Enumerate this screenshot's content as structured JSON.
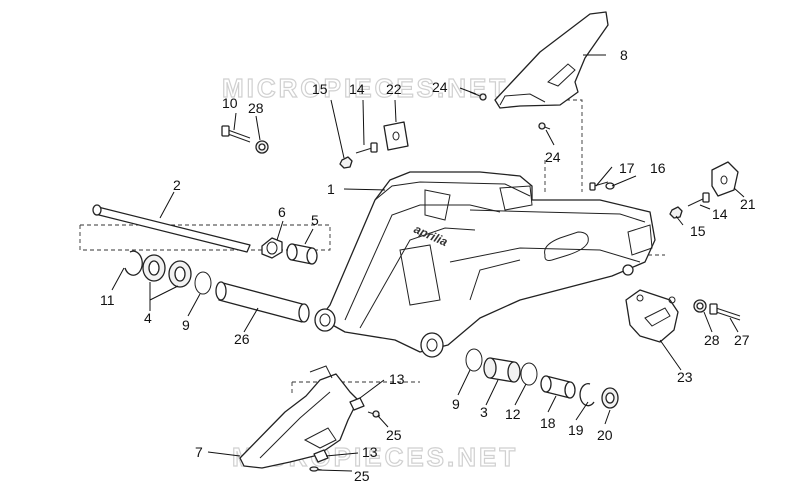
{
  "watermark": {
    "top": "MICROPIECES.NET",
    "bottom": "MICROPIECES.NET"
  },
  "brand_text": "aprilia",
  "callouts": [
    {
      "id": "c1",
      "label": "1"
    },
    {
      "id": "c2",
      "label": "2"
    },
    {
      "id": "c3",
      "label": "3"
    },
    {
      "id": "c4",
      "label": "4"
    },
    {
      "id": "c5",
      "label": "5"
    },
    {
      "id": "c6",
      "label": "6"
    },
    {
      "id": "c7",
      "label": "7"
    },
    {
      "id": "c8",
      "label": "8"
    },
    {
      "id": "c9a",
      "label": "9"
    },
    {
      "id": "c9b",
      "label": "9"
    },
    {
      "id": "c10",
      "label": "10"
    },
    {
      "id": "c11",
      "label": "11"
    },
    {
      "id": "c12",
      "label": "12"
    },
    {
      "id": "c13a",
      "label": "13"
    },
    {
      "id": "c13b",
      "label": "13"
    },
    {
      "id": "c14a",
      "label": "14"
    },
    {
      "id": "c14b",
      "label": "14"
    },
    {
      "id": "c15a",
      "label": "15"
    },
    {
      "id": "c15b",
      "label": "15"
    },
    {
      "id": "c16",
      "label": "16"
    },
    {
      "id": "c17",
      "label": "17"
    },
    {
      "id": "c18",
      "label": "18"
    },
    {
      "id": "c19",
      "label": "19"
    },
    {
      "id": "c20",
      "label": "20"
    },
    {
      "id": "c21",
      "label": "21"
    },
    {
      "id": "c22",
      "label": "22"
    },
    {
      "id": "c23",
      "label": "23"
    },
    {
      "id": "c24a",
      "label": "24"
    },
    {
      "id": "c24b",
      "label": "24"
    },
    {
      "id": "c25a",
      "label": "25"
    },
    {
      "id": "c25b",
      "label": "25"
    },
    {
      "id": "c26",
      "label": "26"
    },
    {
      "id": "c27",
      "label": "27"
    },
    {
      "id": "c28a",
      "label": "28"
    },
    {
      "id": "c28b",
      "label": "28"
    }
  ]
}
